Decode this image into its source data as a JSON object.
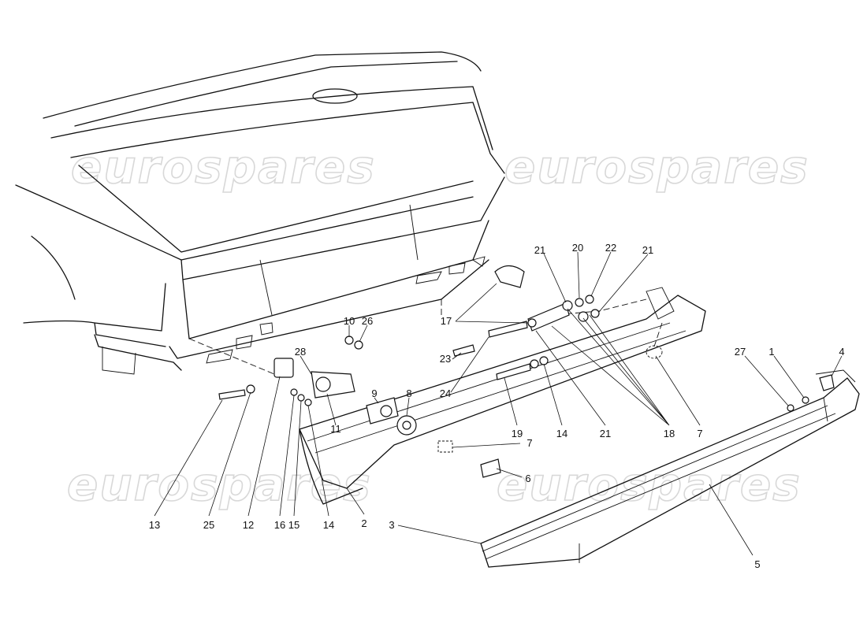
{
  "watermark": "eurospares",
  "callouts": [
    "10",
    "26",
    "28",
    "9",
    "8",
    "11",
    "13",
    "25",
    "12",
    "16",
    "15",
    "14",
    "2",
    "3",
    "17",
    "23",
    "24",
    "19",
    "14",
    "21",
    "18",
    "7",
    "7",
    "6",
    "21",
    "20",
    "22",
    "21",
    "27",
    "1",
    "4",
    "5"
  ]
}
